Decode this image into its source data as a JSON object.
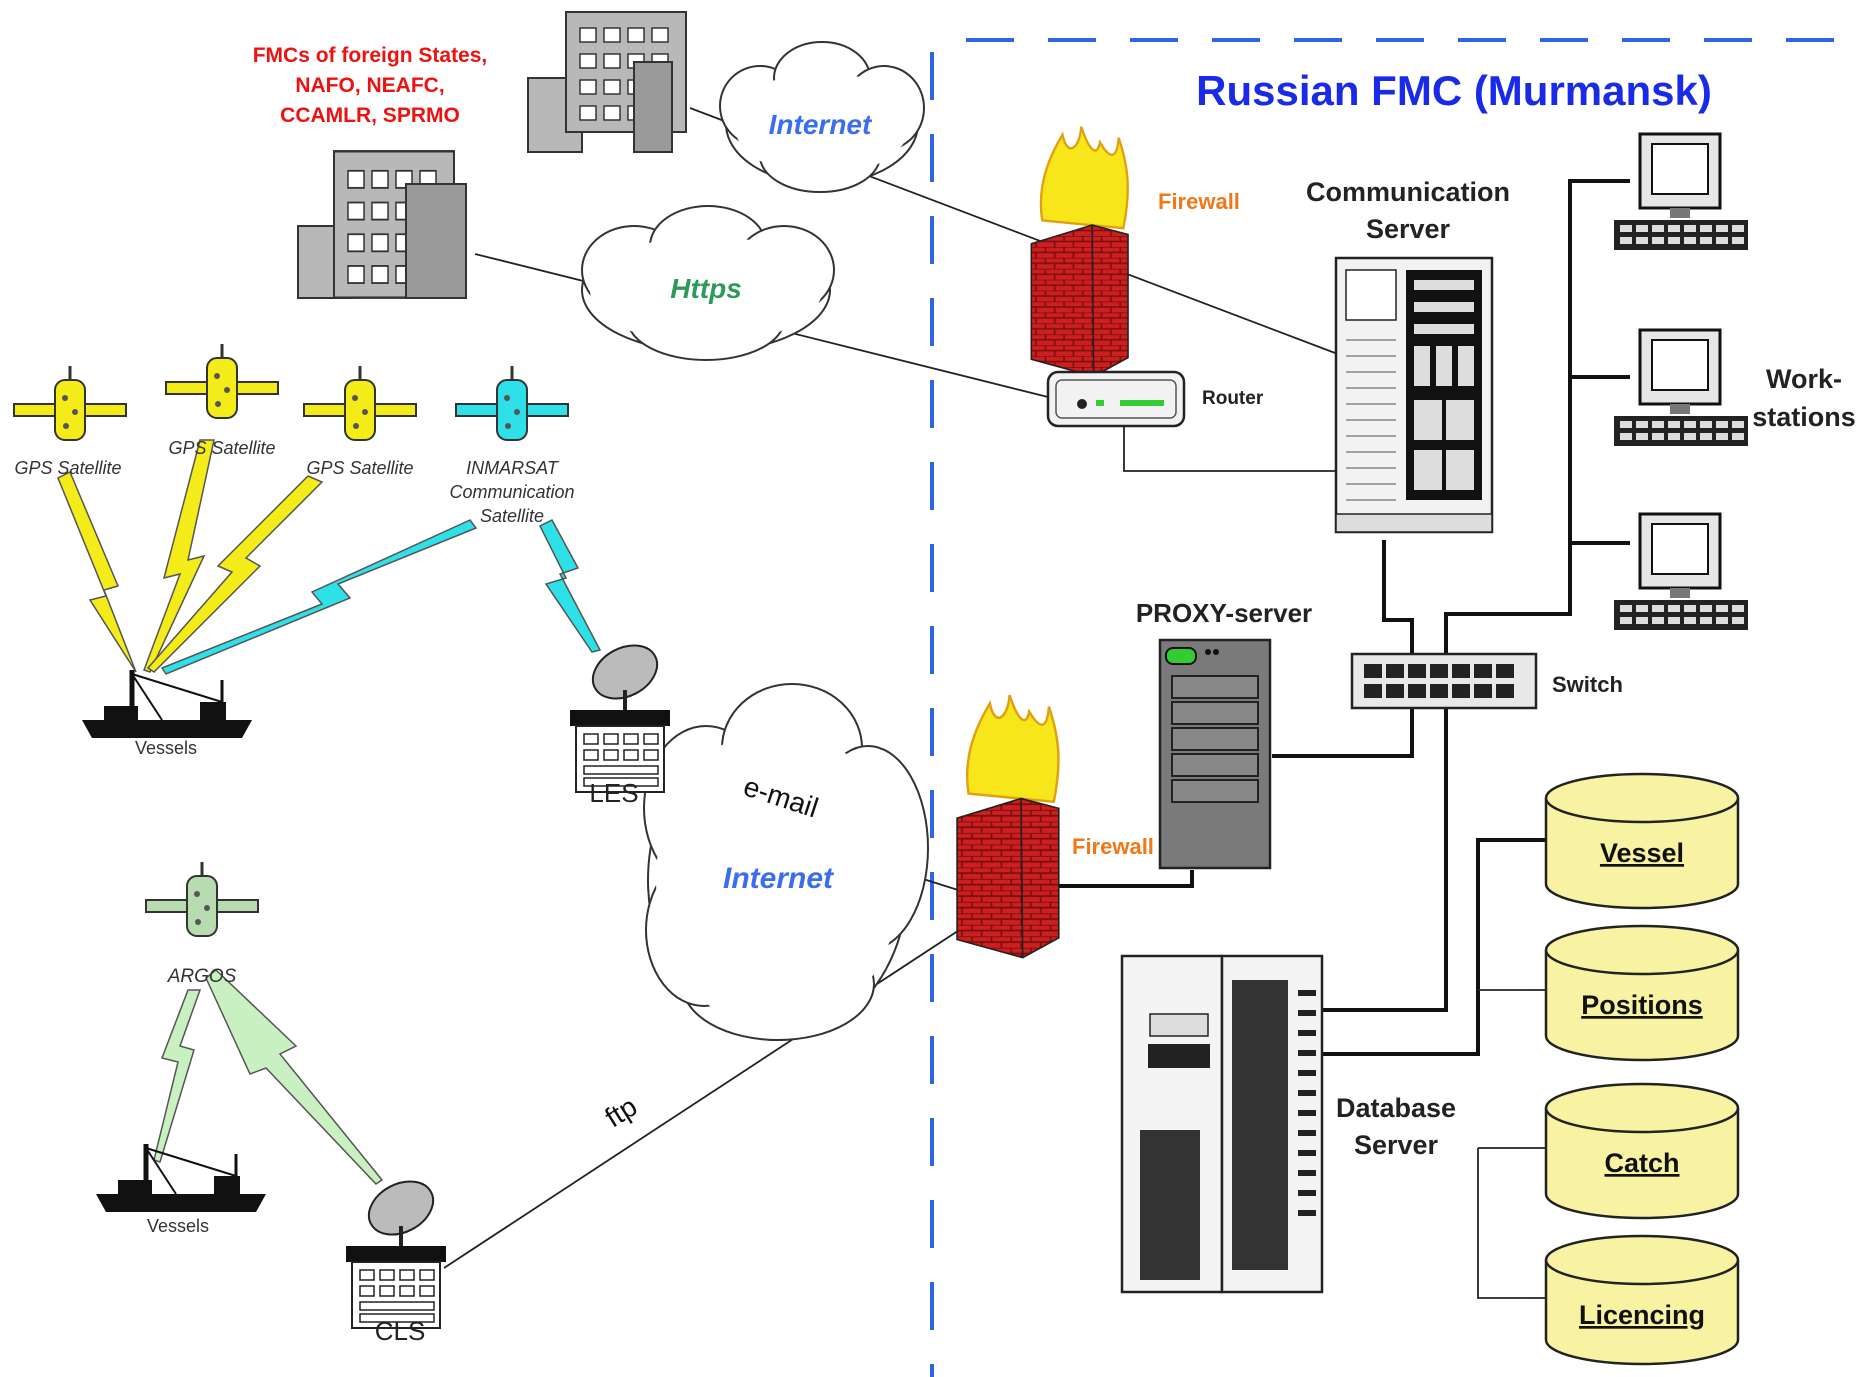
{
  "title": "Russian FMC (Murmansk)",
  "foreign_fmcs": [
    "FMCs of foreign States,",
    "NAFO, NEAFC,",
    "CCAMLR, SPRMO"
  ],
  "clouds": {
    "internet_top": "Internet",
    "https": "Https",
    "internet_mid": "Internet"
  },
  "links": {
    "email": "e-mail",
    "ftp": "ftp"
  },
  "satellites": {
    "gps_1": "GPS Satellite",
    "gps_2": "GPS Satellite",
    "gps_3": "GPS Satellite",
    "inmarsat": [
      "INMARSAT",
      "Communication",
      "Satellite"
    ],
    "argos": "ARGOS"
  },
  "stations": {
    "les": "LES",
    "cls": "CLS"
  },
  "vessels": {
    "top": "Vessels",
    "bottom": "Vessels"
  },
  "network": {
    "firewall_top": "Firewall",
    "firewall_bottom": "Firewall",
    "router": "Router",
    "communication_server": [
      "Communication",
      "Server"
    ],
    "proxy_server": "PROXY-server",
    "switch": "Switch",
    "workstations": [
      "Work-",
      "stations"
    ],
    "database_server": [
      "Database",
      "Server"
    ]
  },
  "databases": [
    "Vessel",
    "Positions",
    "Catch",
    "Licencing"
  ],
  "colors": {
    "title": "#1a2be8",
    "foreign_fmcs": "#ee1111",
    "internet_text": "#3a6df0",
    "https_text": "#2e9a5a",
    "firewall_text": "#f07818",
    "divider": "#2f66e0",
    "db_fill": "#f7f3a2",
    "gps_bolt": "#f3ec18",
    "inmarsat_bolt": "#2ee0e8",
    "argos_bolt": "#c8f0c0"
  }
}
